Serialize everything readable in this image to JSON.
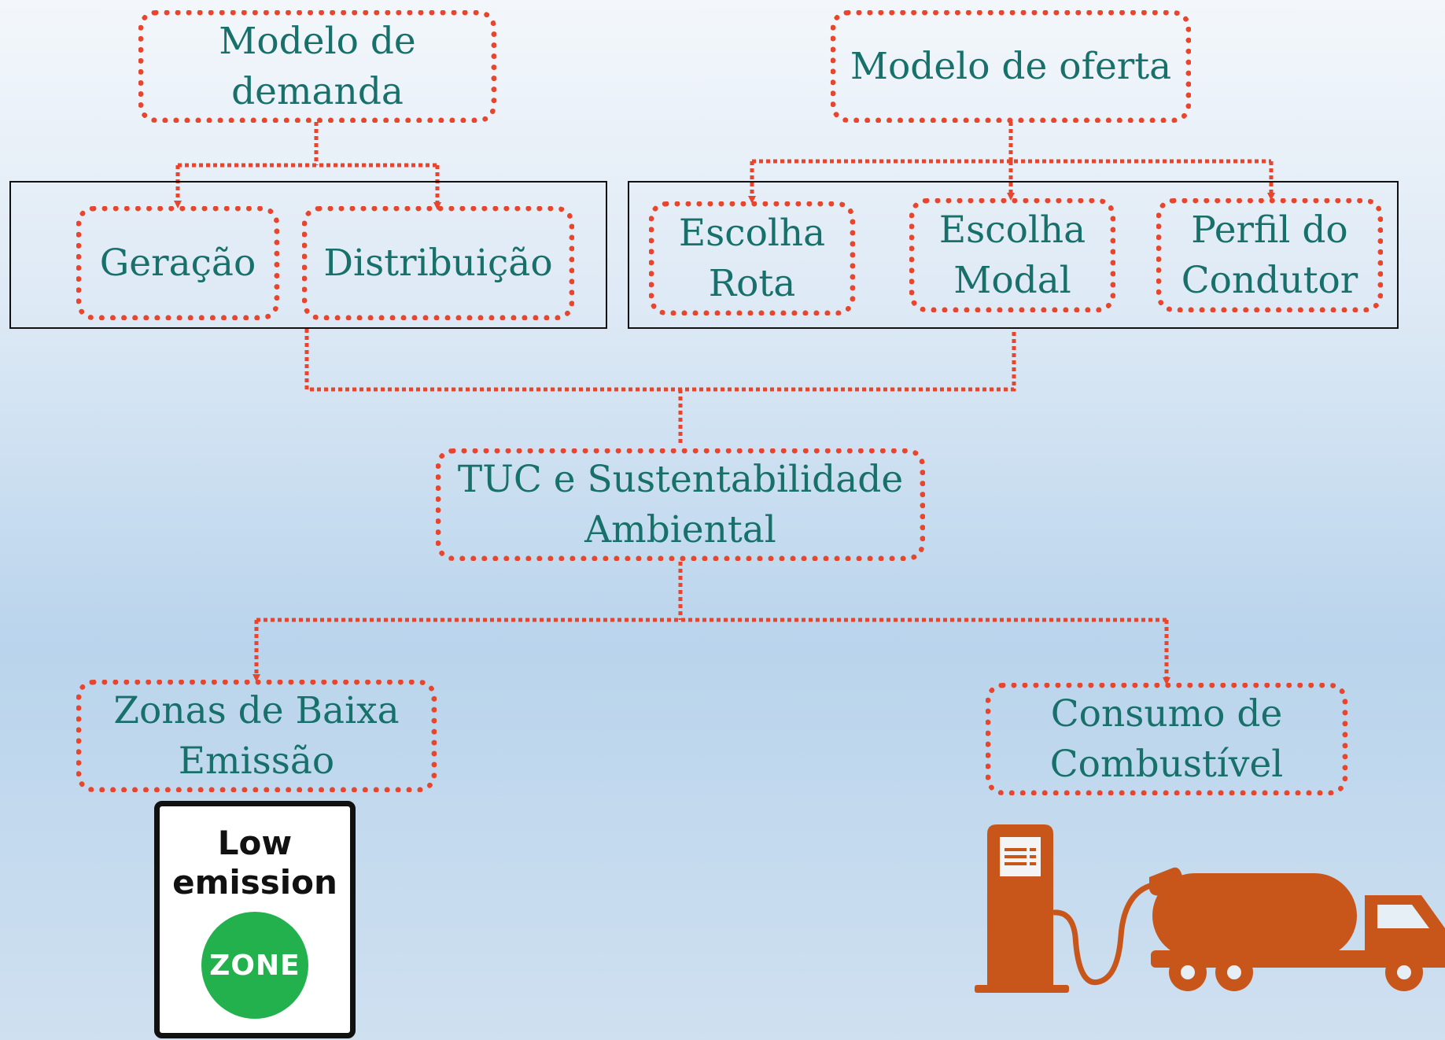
{
  "nodes": {
    "modelo_demanda": "Modelo de\ndemanda",
    "modelo_oferta": "Modelo de oferta",
    "geracao": "Geração",
    "distribuicao": "Distribuição",
    "escolha_rota": "Escolha\nRota",
    "escolha_modal": "Escolha\nModal",
    "perfil_condutor": "Perfil do\nCondutor",
    "tuc": "TUC e Sustentabilidade\nAmbiental",
    "zonas": "Zonas de Baixa\nEmissão",
    "consumo": "Consumo de\nCombustível"
  },
  "sign": {
    "text": "Low\nemission",
    "badge": "ZONE",
    "badge_color": "#22b14c"
  },
  "colors": {
    "node_border": "#e8452c",
    "node_text": "#17706a",
    "frame_border": "#111111",
    "fuel_icon": "#c8561b"
  },
  "icons": {
    "fuel_icon": "fuel-pump-and-tanker-truck-icon"
  }
}
